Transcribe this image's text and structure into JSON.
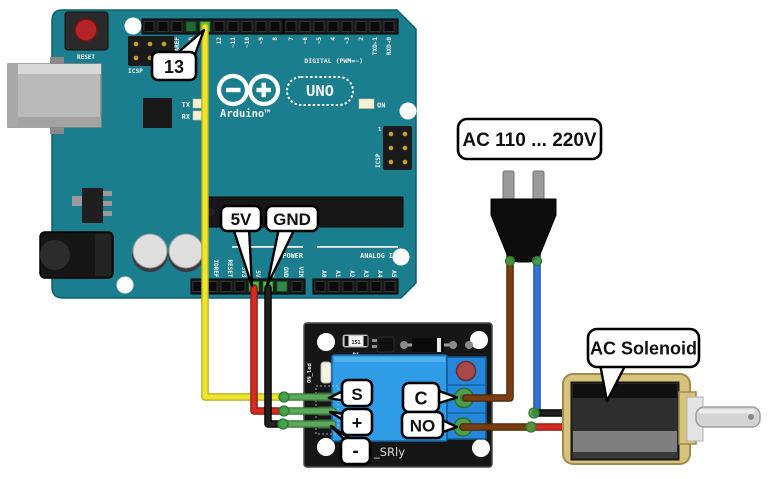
{
  "colors": {
    "board_teal": "#1a7e8e",
    "pcb_black": "#161616",
    "relay_blue": "#2f9ce8",
    "terminal_blue": "#2487d9",
    "solenoid_tan": "#d8c37c",
    "wire_yellow": "#efe42e",
    "wire_red": "#d62b20",
    "wire_black": "#202020",
    "wire_green": "#5aa85a",
    "wire_brown": "#7a3e12",
    "wire_blue": "#3273d8",
    "junction_green": "#46a046"
  },
  "arduino": {
    "reset": "RESET",
    "icsp_top": "ICSP",
    "icsp_right": "ICSP",
    "icsp_pin1": "1",
    "tx": "TX",
    "rx": "RX",
    "on": "ON",
    "brand": "Arduino™",
    "model": "UNO",
    "digital_caption": "DIGITAL (PWM=~)",
    "power_caption": "POWER",
    "analog_caption": "ANALOG IN",
    "top_pin_labels": [
      "AREF",
      "GND",
      "12",
      "~11",
      "~10",
      "~9",
      "8",
      "7",
      "~6",
      "~5",
      "4",
      "~3",
      "2",
      "TXD▸1",
      "RXD◂0"
    ],
    "power_pin_labels": [
      "IOREF",
      "RESET",
      "3V3",
      "5V",
      "GND",
      "GND",
      "VIN"
    ],
    "analog_pin_labels": [
      "A0",
      "A1",
      "A2",
      "A3",
      "A4",
      "A5"
    ]
  },
  "relay": {
    "r1": "R1",
    "r1_value": "151",
    "on_led": "ON_led",
    "board_name": "_SRly"
  },
  "callouts": {
    "pin13": "13",
    "five_v": "5V",
    "gnd": "GND",
    "signal": "S",
    "plus": "+",
    "minus": "-",
    "common": "C",
    "normally_open": "NO",
    "ac_source": "AC 110 ... 220V",
    "solenoid": "AC Solenoid"
  }
}
